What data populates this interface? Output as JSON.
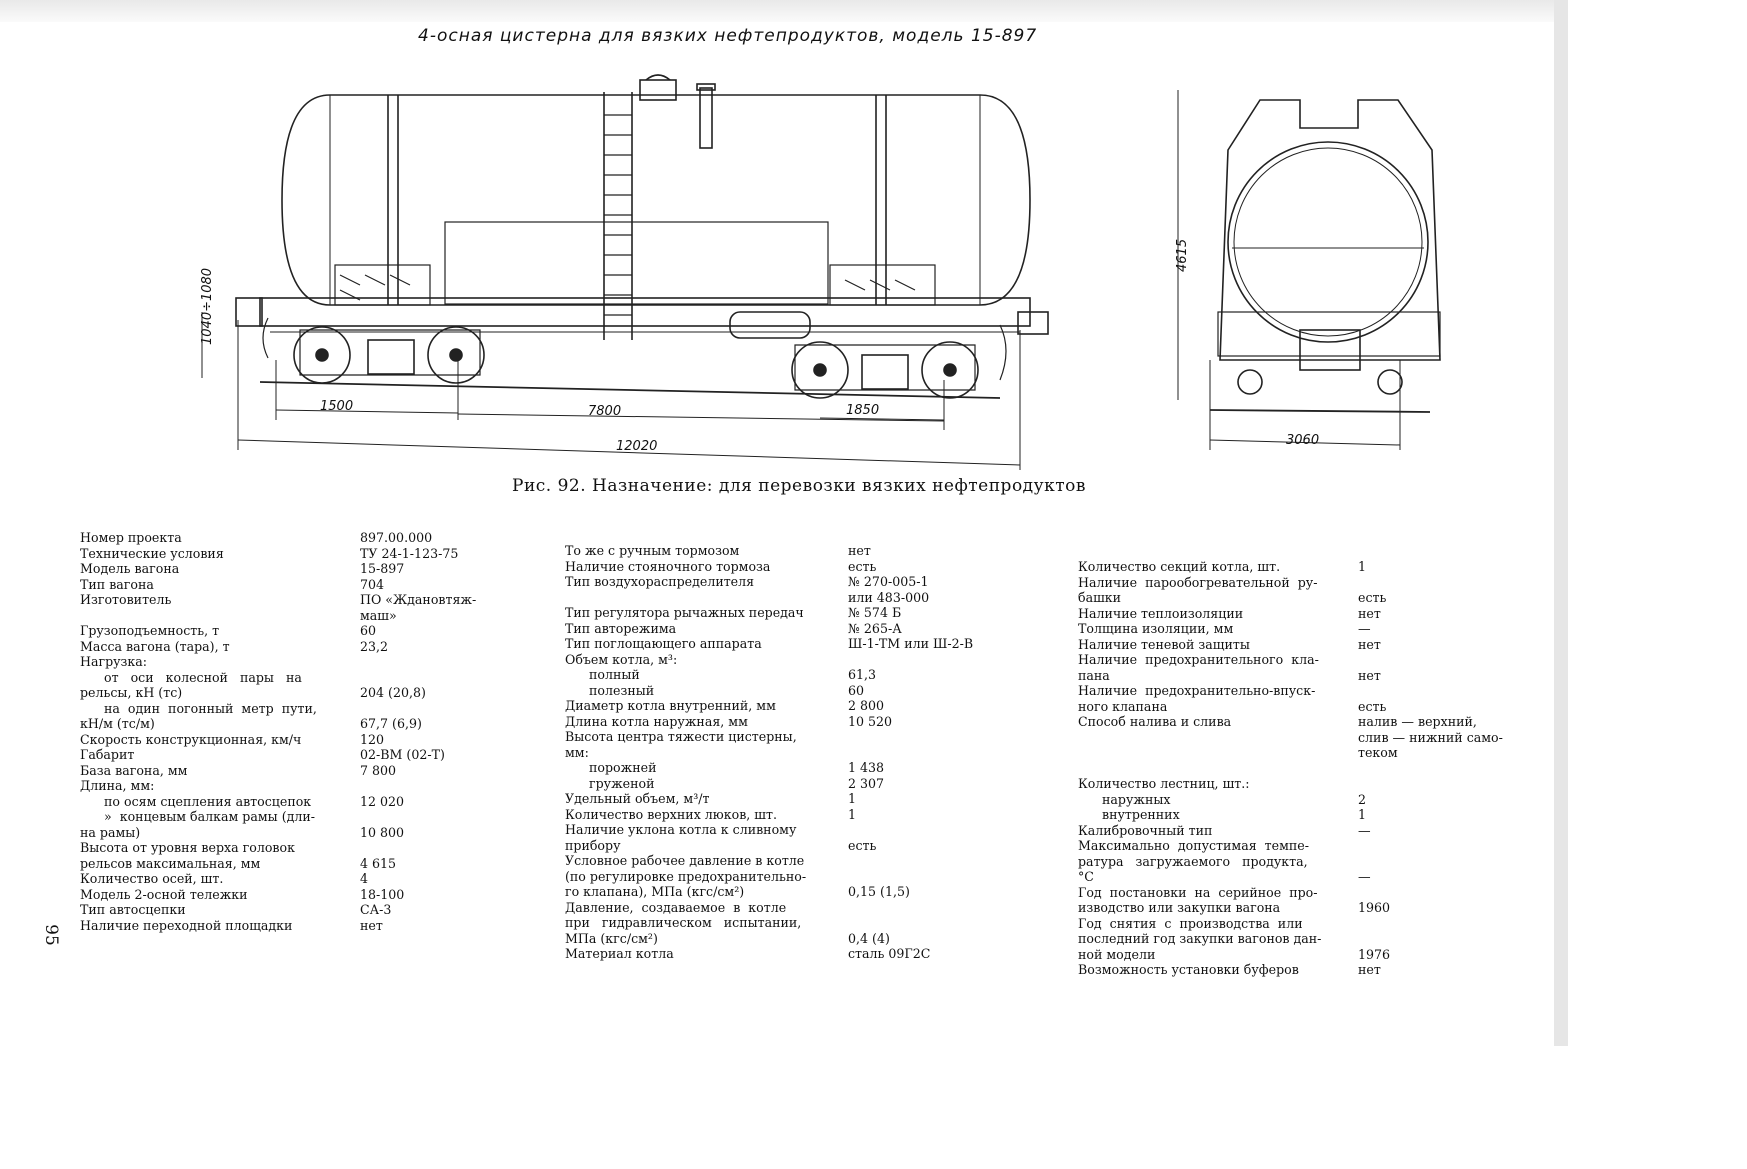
{
  "header": {
    "title": "4-осная цистерна для вязких нефтепродуктов, модель 15-897"
  },
  "dimensions": {
    "buffer_height": "1040÷1080",
    "bogie_offset": "1500",
    "bogie_base": "7800",
    "axle_base": "1850",
    "length": "12020",
    "height": "4615",
    "width": "3060"
  },
  "caption": "Рис. 92. Назначение: для перевозки вязких нефтепродуктов",
  "page_number": "95",
  "col1": [
    {
      "l": "Номер проекта",
      "v": "897.00.000"
    },
    {
      "l": "Технические условия",
      "v": "ТУ 24-1-123-75"
    },
    {
      "l": "Модель вагона",
      "v": "15-897"
    },
    {
      "l": "Тип вагона",
      "v": "704"
    },
    {
      "l": "Изготовитель",
      "v": "ПО «Ждановтяж-"
    },
    {
      "l": "",
      "v": "маш»"
    },
    {
      "l": "Грузоподъемность, т",
      "v": "60"
    },
    {
      "l": "Масса вагона (тара), т",
      "v": "23,2"
    },
    {
      "l": "Нагрузка:",
      "v": ""
    },
    {
      "l": "      от   оси   колесной   пары   на",
      "v": ""
    },
    {
      "l": "рельсы, кН (тс)",
      "v": "204 (20,8)"
    },
    {
      "l": "      на  один  погонный  метр  пути,",
      "v": ""
    },
    {
      "l": "кН/м (тс/м)",
      "v": "67,7 (6,9)"
    },
    {
      "l": "Скорость конструкционная, км/ч",
      "v": "120"
    },
    {
      "l": "Габарит",
      "v": "02-ВМ (02-Т)"
    },
    {
      "l": "База вагона, мм",
      "v": "7 800"
    },
    {
      "l": "Длина, мм:",
      "v": ""
    },
    {
      "l": "      по осям сцепления автосцепок",
      "v": "12 020"
    },
    {
      "l": "      »  концевым балкам рамы (дли-",
      "v": ""
    },
    {
      "l": "на рамы)",
      "v": "10 800"
    },
    {
      "l": "Высота от уровня верха головок",
      "v": ""
    },
    {
      "l": "рельсов максимальная, мм",
      "v": "4 615"
    },
    {
      "l": "Количество осей, шт.",
      "v": "4"
    },
    {
      "l": "Модель 2-осной тележки",
      "v": "18-100"
    },
    {
      "l": "Тип автосцепки",
      "v": "СА-3"
    },
    {
      "l": "Наличие переходной площадки",
      "v": "нет"
    }
  ],
  "col2": [
    {
      "l": "То же с ручным тормозом",
      "v": "нет"
    },
    {
      "l": "Наличие стояночного тормоза",
      "v": "есть"
    },
    {
      "l": "Тип воздухораспределителя",
      "v": "№ 270-005-1"
    },
    {
      "l": "",
      "v": "или 483-000"
    },
    {
      "l": "Тип регулятора рычажных передач",
      "v": "№ 574 Б"
    },
    {
      "l": "Тип авторежима",
      "v": "№ 265-А"
    },
    {
      "l": "Тип поглощающего аппарата",
      "v": "Ш-1-ТМ или Ш-2-В"
    },
    {
      "l": "Объем котла, м³:",
      "v": ""
    },
    {
      "l": "      полный",
      "v": "61,3"
    },
    {
      "l": "      полезный",
      "v": "60"
    },
    {
      "l": "Диаметр котла внутренний, мм",
      "v": "2 800"
    },
    {
      "l": "Длина котла наружная, мм",
      "v": "10 520"
    },
    {
      "l": "Высота центра тяжести цистерны,",
      "v": ""
    },
    {
      "l": "мм:",
      "v": ""
    },
    {
      "l": "      порожней",
      "v": "1 438"
    },
    {
      "l": "      груженой",
      "v": "2 307"
    },
    {
      "l": "Удельный объем, м³/т",
      "v": "1"
    },
    {
      "l": "Количество верхних люков, шт.",
      "v": "1"
    },
    {
      "l": "Наличие уклона котла к сливному",
      "v": ""
    },
    {
      "l": "прибору",
      "v": "есть"
    },
    {
      "l": "Условное рабочее давление в котле",
      "v": ""
    },
    {
      "l": "(по регулировке предохранительно-",
      "v": ""
    },
    {
      "l": "го клапана), МПа (кгс/см²)",
      "v": "0,15 (1,5)"
    },
    {
      "l": "Давление,  создаваемое  в  котле",
      "v": ""
    },
    {
      "l": "при   гидравлическом   испытании,",
      "v": ""
    },
    {
      "l": "МПа (кгс/см²)",
      "v": "0,4 (4)"
    },
    {
      "l": "Материал котла",
      "v": "сталь 09Г2С"
    }
  ],
  "col3": [
    {
      "l": "Количество секций котла, шт.",
      "v": "1"
    },
    {
      "l": "Наличие  парообогревательной  ру-",
      "v": ""
    },
    {
      "l": "башки",
      "v": "есть"
    },
    {
      "l": "Наличие теплоизоляции",
      "v": "нет"
    },
    {
      "l": "Толщина изоляции, мм",
      "v": "—"
    },
    {
      "l": "Наличие теневой защиты",
      "v": "нет"
    },
    {
      "l": "Наличие  предохранительного  кла-",
      "v": ""
    },
    {
      "l": "пана",
      "v": "нет"
    },
    {
      "l": "Наличие  предохранительно-впуск-",
      "v": ""
    },
    {
      "l": "ного клапана",
      "v": "есть"
    },
    {
      "l": "Способ налива и слива",
      "v": "налив — верхний,"
    },
    {
      "l": "",
      "v": "слив — нижний само-"
    },
    {
      "l": "",
      "v": "теком"
    },
    {
      "l": "",
      "v": ""
    },
    {
      "l": "Количество лестниц, шт.:",
      "v": ""
    },
    {
      "l": "      наружных",
      "v": "2"
    },
    {
      "l": "      внутренних",
      "v": "1"
    },
    {
      "l": "Калибровочный тип",
      "v": "—"
    },
    {
      "l": "Максимально  допустимая  темпе-",
      "v": ""
    },
    {
      "l": "ратура   загружаемого   продукта,",
      "v": ""
    },
    {
      "l": "°С",
      "v": "—"
    },
    {
      "l": "Год  постановки  на  серийное  про-",
      "v": ""
    },
    {
      "l": "изводство или закупки вагона",
      "v": "1960"
    },
    {
      "l": "Год  снятия  с  производства  или",
      "v": ""
    },
    {
      "l": "последний год закупки вагонов дан-",
      "v": ""
    },
    {
      "l": "ной модели",
      "v": "1976"
    },
    {
      "l": "Возможность установки буферов",
      "v": "нет"
    }
  ]
}
